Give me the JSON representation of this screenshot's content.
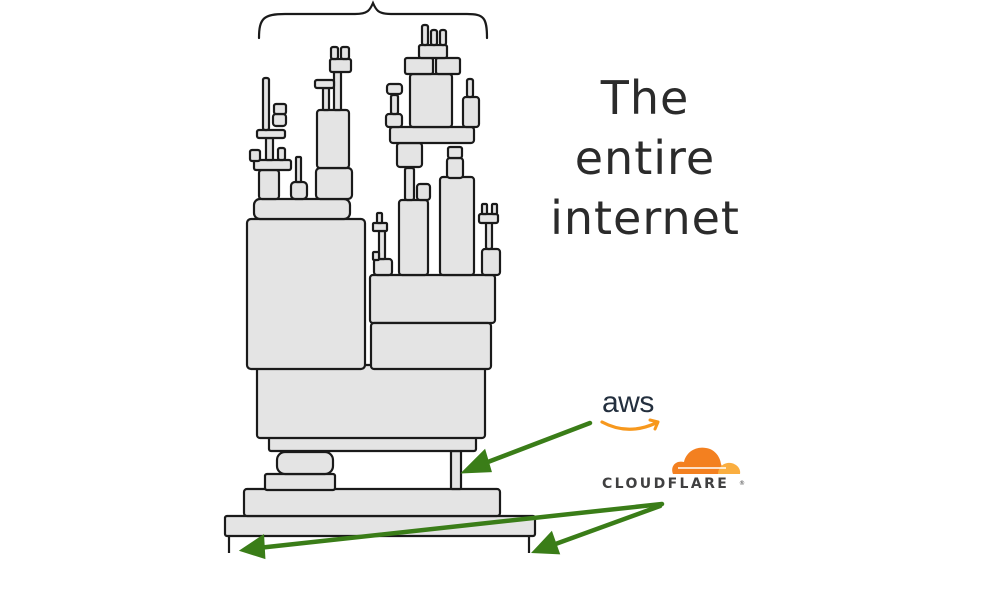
{
  "caption": {
    "line1": "The",
    "line2": "entire",
    "line3": "internet"
  },
  "logos": {
    "aws": {
      "label": "aws",
      "text_color": "#232f3e",
      "smile_color": "#f7981d"
    },
    "cloudflare": {
      "label": "CLOUDFLARE",
      "reg_mark": "®",
      "cloud_color": "#f38020",
      "cloud_secondary": "#faae40",
      "text_color": "#404041"
    }
  },
  "illustration": {
    "subject": "dependency-tower",
    "block_fill": "#e4e4e4",
    "outline": "#1a1a1a",
    "arrow_color": "#3a7d18"
  },
  "arrows": [
    {
      "from": "aws",
      "to": "thin-support-pillar"
    },
    {
      "from": "cloudflare",
      "to": "left-base-leg"
    },
    {
      "from": "cloudflare",
      "to": "right-base-leg"
    }
  ]
}
